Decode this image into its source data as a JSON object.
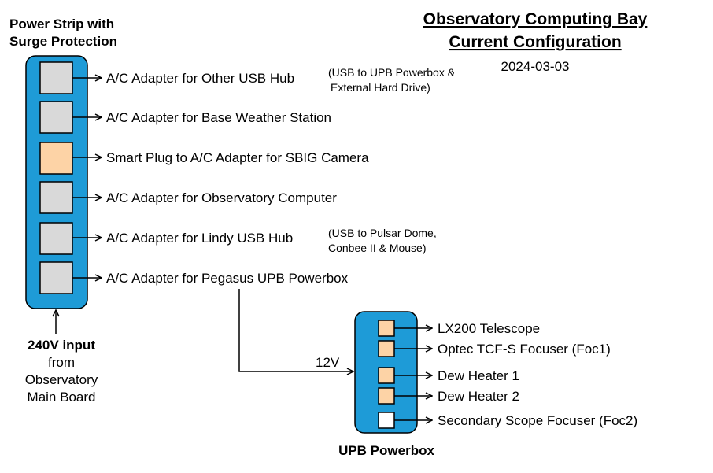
{
  "title": {
    "line1": "Observatory Computing Bay",
    "line2": "Current Configuration",
    "date": "2024-03-03"
  },
  "power_strip": {
    "label_line1": "Power Strip with",
    "label_line2": "Surge Protection",
    "outlets": [
      {
        "label": "A/C Adapter for Other USB Hub",
        "note_line1": "(USB to UPB Powerbox &",
        "note_line2": "External Hard Drive)",
        "color": "#d9d9d9"
      },
      {
        "label": "A/C Adapter for Base Weather Station",
        "color": "#d9d9d9"
      },
      {
        "label": "Smart Plug to A/C Adapter for SBIG Camera",
        "color": "#fdd3a6"
      },
      {
        "label": "A/C Adapter for Observatory Computer",
        "color": "#d9d9d9"
      },
      {
        "label": "A/C Adapter for Lindy USB Hub",
        "note_line1": "(USB to Pulsar Dome,",
        "note_line2": "Conbee II & Mouse)",
        "color": "#d9d9d9"
      },
      {
        "label": "A/C Adapter for Pegasus UPB Powerbox",
        "color": "#d9d9d9"
      }
    ],
    "input": {
      "line1": "240V input",
      "line2": "from",
      "line3": "Observatory",
      "line4": "Main Board"
    }
  },
  "upb_powerbox": {
    "label": "UPB Powerbox",
    "input_label": "12V",
    "ports": [
      {
        "label": "LX200 Telescope",
        "color": "#fdd3a6"
      },
      {
        "label": "Optec TCF-S Focuser (Foc1)",
        "color": "#fdd3a6"
      },
      {
        "label": "Dew Heater 1",
        "color": "#fdd3a6"
      },
      {
        "label": "Dew Heater 2",
        "color": "#fdd3a6"
      },
      {
        "label": "Secondary Scope Focuser (Foc2)",
        "color": "#ffffff"
      }
    ]
  },
  "colors": {
    "box_fill": "#1e9bd7",
    "outline": "#000000"
  }
}
